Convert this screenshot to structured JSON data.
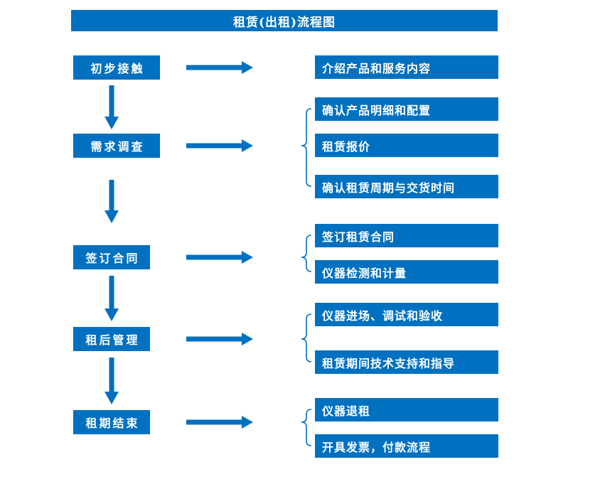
{
  "title": "租赁(出租)流程图",
  "colors": {
    "primary": "#0070C0",
    "text_on_primary": "#ffffff",
    "background": "#ffffff"
  },
  "chart_type": "flowchart",
  "steps": [
    {
      "label": "初步接触",
      "items": [
        "介绍产品和服务内容"
      ]
    },
    {
      "label": "需求调查",
      "items": [
        "确认产品明细和配置",
        "租赁报价",
        "确认租赁周期与交货时间"
      ]
    },
    {
      "label": "签订合同",
      "items": [
        "签订租赁合同",
        "仪器检测和计量"
      ]
    },
    {
      "label": "租后管理",
      "items": [
        "仪器进场、调试和验收",
        "租赁期间技术支持和指导"
      ]
    },
    {
      "label": "租期结束",
      "items": [
        "仪器退租",
        "开具发票，付款流程"
      ]
    }
  ]
}
